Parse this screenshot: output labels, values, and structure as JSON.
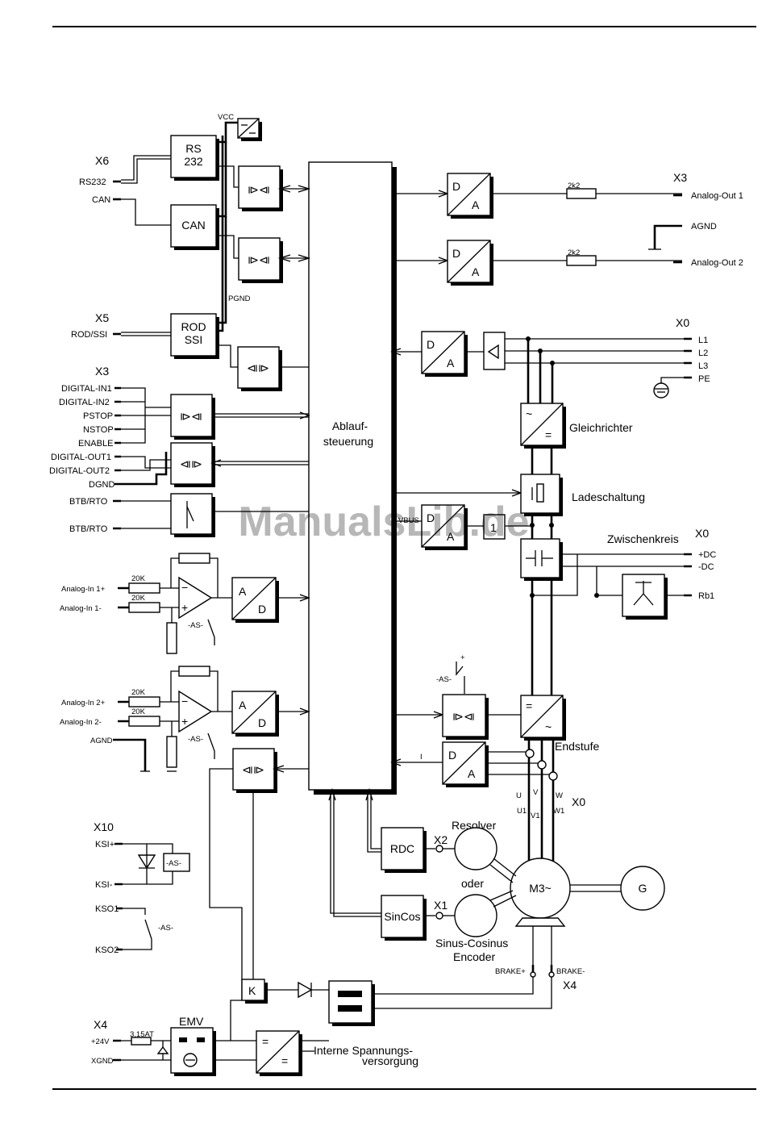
{
  "connectors": {
    "x6": "X6",
    "x5": "X5",
    "x3_left": "X3",
    "x10": "X10",
    "x4_left": "X4",
    "x3_right": "X3",
    "x0_mains": "X0",
    "x0_dc": "X0",
    "x0_motor": "X0",
    "x2": "X2",
    "x1": "X1",
    "x4_brake": "X4"
  },
  "pins": {
    "rs232": "RS232",
    "can": "CAN",
    "rod_ssi": "ROD/SSI",
    "digital_in1": "DIGITAL-IN1",
    "digital_in2": "DIGITAL-IN2",
    "pstop": "PSTOP",
    "nstop": "NSTOP",
    "enable": "ENABLE",
    "digital_out1": "DIGITAL-OUT1",
    "digital_out2": "DIGITAL-OUT2",
    "dgnd": "DGND",
    "btb1": "BTB/RTO",
    "btb2": "BTB/RTO",
    "ain1p": "Analog-In 1+",
    "ain1m": "Analog-In 1-",
    "ain2p": "Analog-In 2+",
    "ain2m": "Analog-In 2-",
    "agnd_left": "AGND",
    "ksi_p": "KSI+",
    "ksi_m": "KSI-",
    "kso1": "KSO1",
    "kso2": "KSO2",
    "p24v": "+24V",
    "xgnd": "XGND",
    "aout1": "Analog-Out 1",
    "agnd_right": "AGND",
    "aout2": "Analog-Out 2",
    "l1": "L1",
    "l2": "L2",
    "l3": "L3",
    "pe": "PE",
    "pdc": "+DC",
    "mdc": "-DC",
    "rb1": "Rb1",
    "u": "U",
    "v": "V",
    "w": "W",
    "u1": "U1",
    "v1": "V1",
    "w1": "W1",
    "brake_p": "BRAKE+",
    "brake_m": "BRAKE-"
  },
  "blocks": {
    "rs232_top": "RS",
    "rs232_bot": "232",
    "can": "CAN",
    "rod_top": "ROD",
    "rod_bot": "SSI",
    "ablauf_top": "Ablauf-",
    "ablauf_bot": "steuerung",
    "da_d": "D",
    "da_a": "A",
    "ad_a": "A",
    "ad_d": "D",
    "rdc": "RDC",
    "sincos": "SinCos",
    "motor": "M3~",
    "generator": "G",
    "emv": "EMV",
    "one": "1",
    "vbus": "VBUS"
  },
  "labels": {
    "vcc": "VCC",
    "pgnd": "PGND",
    "gleichrichter": "Gleichrichter",
    "ladeschaltung": "Ladeschaltung",
    "zwischenkreis": "Zwischenkreis",
    "endstufe": "Endstufe",
    "resolver": "Resolver",
    "oder": "oder",
    "sincos_top": "Sinus-Cosinus",
    "sincos_bot": "Encoder",
    "interne": "Interne  Spannungs-",
    "versorgung": "versorgung",
    "r2k2_1": "2k2",
    "r2k2_2": "2k2",
    "r20k_1": "20K",
    "r20k_2": "20K",
    "r20k_3": "20K",
    "r20k_4": "20K",
    "as_1": "-AS-",
    "as_2": "-AS-",
    "as_3": "-AS-",
    "as_4": "-AS-",
    "as_5": "-AS-",
    "fuse": "3,15AT",
    "plus": "+",
    "i_mark": "I"
  },
  "watermark": "ManualsLib.de"
}
